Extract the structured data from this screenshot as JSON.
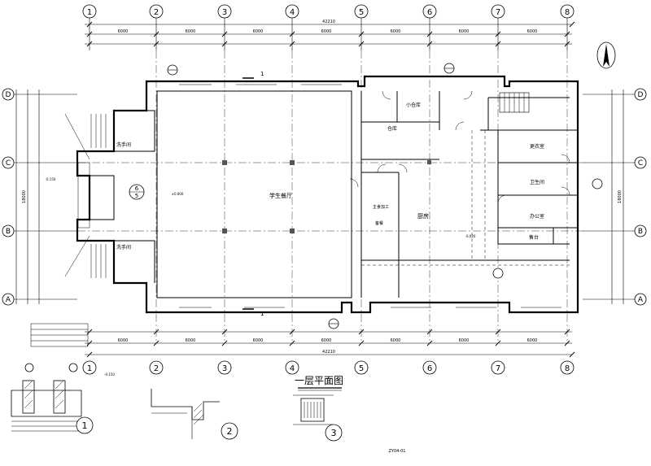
{
  "axes": {
    "top": [
      "1",
      "2",
      "3",
      "4",
      "5",
      "6",
      "7",
      "8"
    ],
    "bottom": [
      "1",
      "2",
      "3",
      "4",
      "5",
      "6",
      "7",
      "8"
    ],
    "left": [
      "D",
      "C",
      "B",
      "A"
    ],
    "right": [
      "D",
      "C",
      "B",
      "A"
    ]
  },
  "dimensions": {
    "overall_top": "42210",
    "overall_bottom": "42210",
    "bays_top": [
      "6000",
      "6000",
      "6000",
      "6000",
      "6000",
      "6000",
      "6000"
    ],
    "bays_bottom": [
      "6000",
      "6000",
      "6000",
      "6000",
      "6000",
      "6000",
      "6000"
    ],
    "left_overall": "18000",
    "right_overall": "18000"
  },
  "rooms": {
    "hall": "学生餐厅",
    "kitchen": "厨房",
    "wash_left_top": "洗手间",
    "wash_left_bottom": "洗手间",
    "small_store": "小仓库",
    "store": "仓库",
    "locker": "更衣室",
    "staff_toilet": "卫生间",
    "office": "办公室",
    "counter": "售台",
    "prep_top": "主食加工",
    "prep_bottom": "备餐"
  },
  "levels": {
    "hall": "±0.000",
    "entry": "-0.150",
    "kitchen": "-0.020"
  },
  "drawing": {
    "title": "一层平面图",
    "drawing_number": "ZY04-01"
  },
  "details": {
    "detail1_number": "1",
    "detail2_number": "2",
    "detail3_number": "3",
    "elevation_mark": "-0.150"
  },
  "section_markers": {
    "cut": "1",
    "index_a": "1",
    "index_b": "6",
    "index_c": "5"
  }
}
